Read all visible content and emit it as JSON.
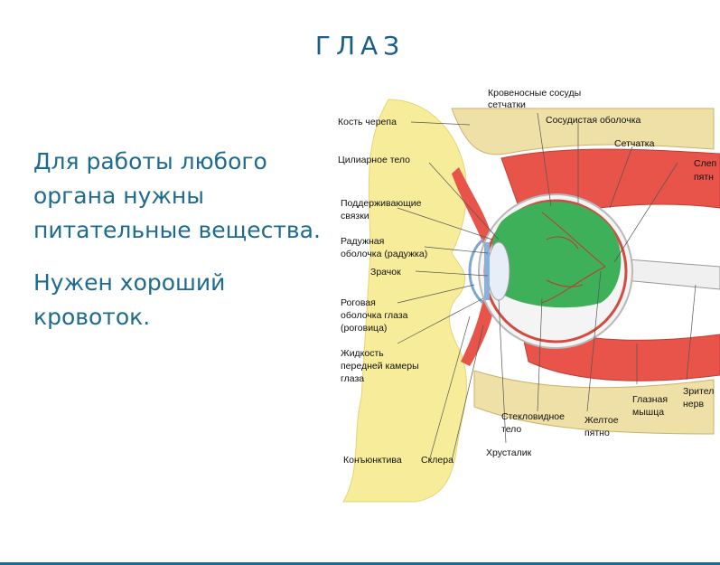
{
  "slide": {
    "title": "ГЛАЗ",
    "text_lines_1": [
      "Для работы любого",
      "органа нужны",
      "питательные вещества."
    ],
    "text_lines_2": [
      "Нужен хороший",
      "кровоток."
    ]
  },
  "diagram": {
    "labels": {
      "skull_bone": "Кость черепа",
      "retina_vessels_1": "Кровеносные сосуды",
      "retina_vessels_2": "сетчатки",
      "choroid": "Сосудистая оболочка",
      "retina": "Сетчатка",
      "blind_spot_1": "Слеп",
      "blind_spot_2": "пятн",
      "ciliary_body": "Цилиарное тело",
      "ligaments_1": "Поддерживающие",
      "ligaments_2": "связки",
      "iris_1": "Радужная",
      "iris_2": "оболочка (радужка)",
      "pupil": "Зрачок",
      "cornea_1": "Роговая",
      "cornea_2": "оболочка глаза",
      "cornea_3": "(роговица)",
      "aqueous_1": "Жидкость",
      "aqueous_2": "передней камеры",
      "aqueous_3": "глаза",
      "vitreous_1": "Стекловидное",
      "vitreous_2": "тело",
      "macula_1": "Желтое",
      "macula_2": "пятно",
      "eye_muscle_1": "Глазная",
      "eye_muscle_2": "мышца",
      "optic_nerve_1": "Зрител",
      "optic_nerve_2": "нерв",
      "conjunctiva": "Конъюнктива",
      "sclera": "Склера",
      "lens": "Хрусталик"
    },
    "colors": {
      "skin": "#f7ec9a",
      "muscle": "#e8534a",
      "vitreous": "#3fb05a",
      "sclera": "#f4f4f4",
      "bone": "#efe0a8",
      "iris": "#8ab0d8"
    }
  }
}
